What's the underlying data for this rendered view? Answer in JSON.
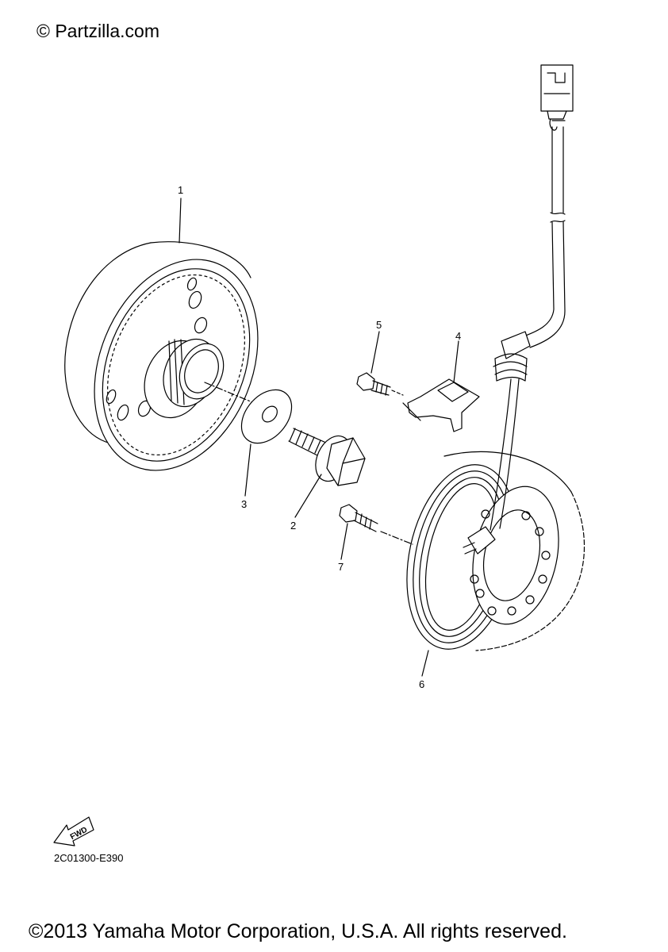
{
  "watermark": "© Partzilla.com",
  "callouts": {
    "p1": "1",
    "p2": "2",
    "p3": "3",
    "p4": "4",
    "p5": "5",
    "p6": "6",
    "p7": "7"
  },
  "fwd_label": "FWD",
  "diagram_code": "2C01300-E390",
  "copyright": "©2013 Yamaha Motor Corporation, U.S.A. All rights reserved."
}
